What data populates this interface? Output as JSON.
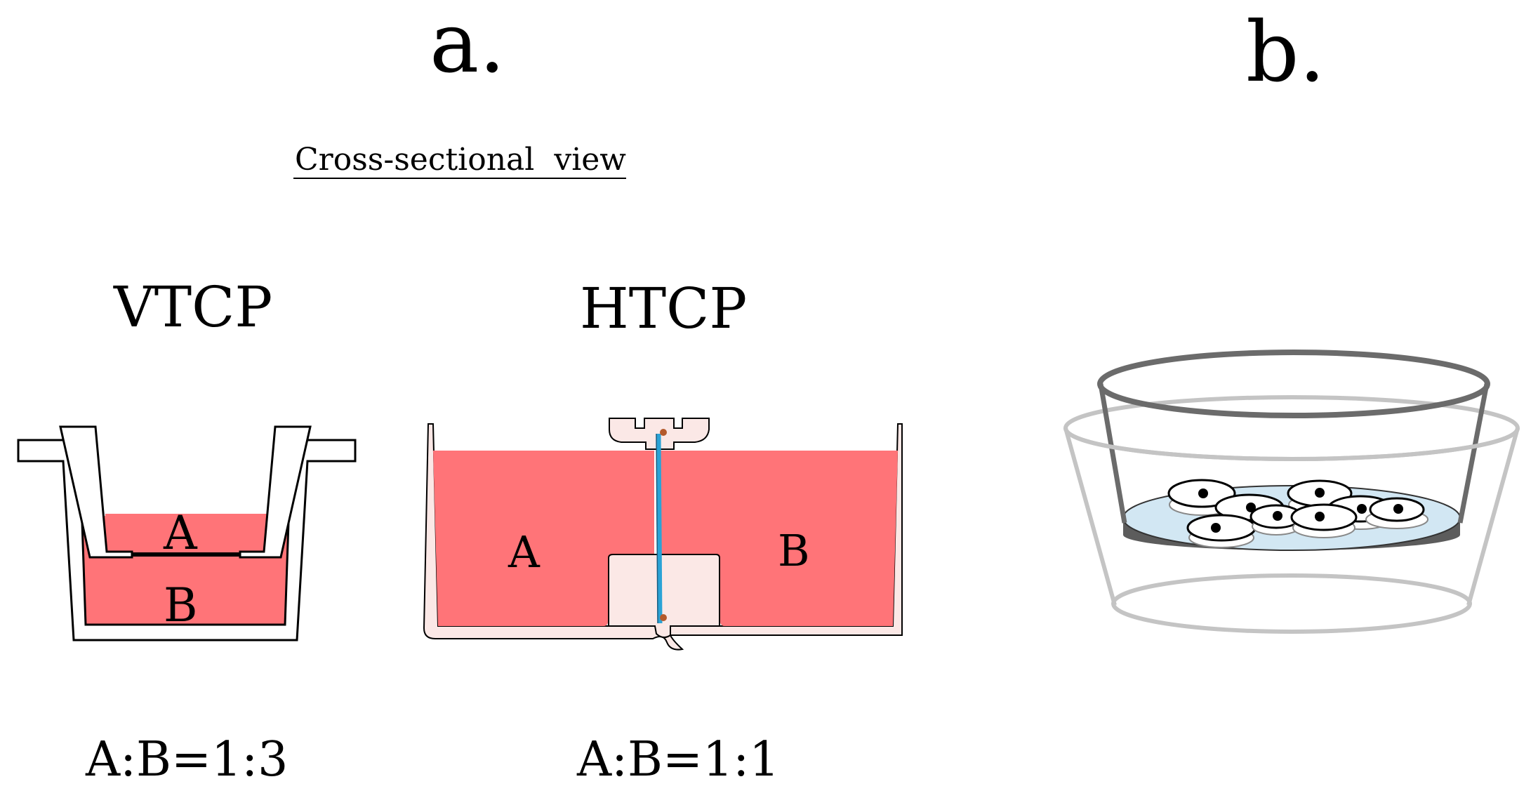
{
  "panel_a": {
    "label": "a.",
    "subtitle": "Cross-sectional  view",
    "vtcp": {
      "title": "VTCP",
      "upper_label": "A",
      "lower_label": "B",
      "ratio": "A:B=1:3"
    },
    "htcp": {
      "title": "HTCP",
      "left_label": "A",
      "right_label": "B",
      "ratio": "A:B=1:1"
    }
  },
  "panel_b": {
    "label": "b."
  },
  "colors": {
    "medium": "#ff7478",
    "chamber_pale": "#fbe8e6",
    "membrane_blue": "#2aa3d6",
    "insert_dark": "#6b6b6b",
    "dish_light": "#c4c4c4",
    "membrane_disc": "#d2e7f3",
    "disc_rim": "#5c5c5c"
  }
}
